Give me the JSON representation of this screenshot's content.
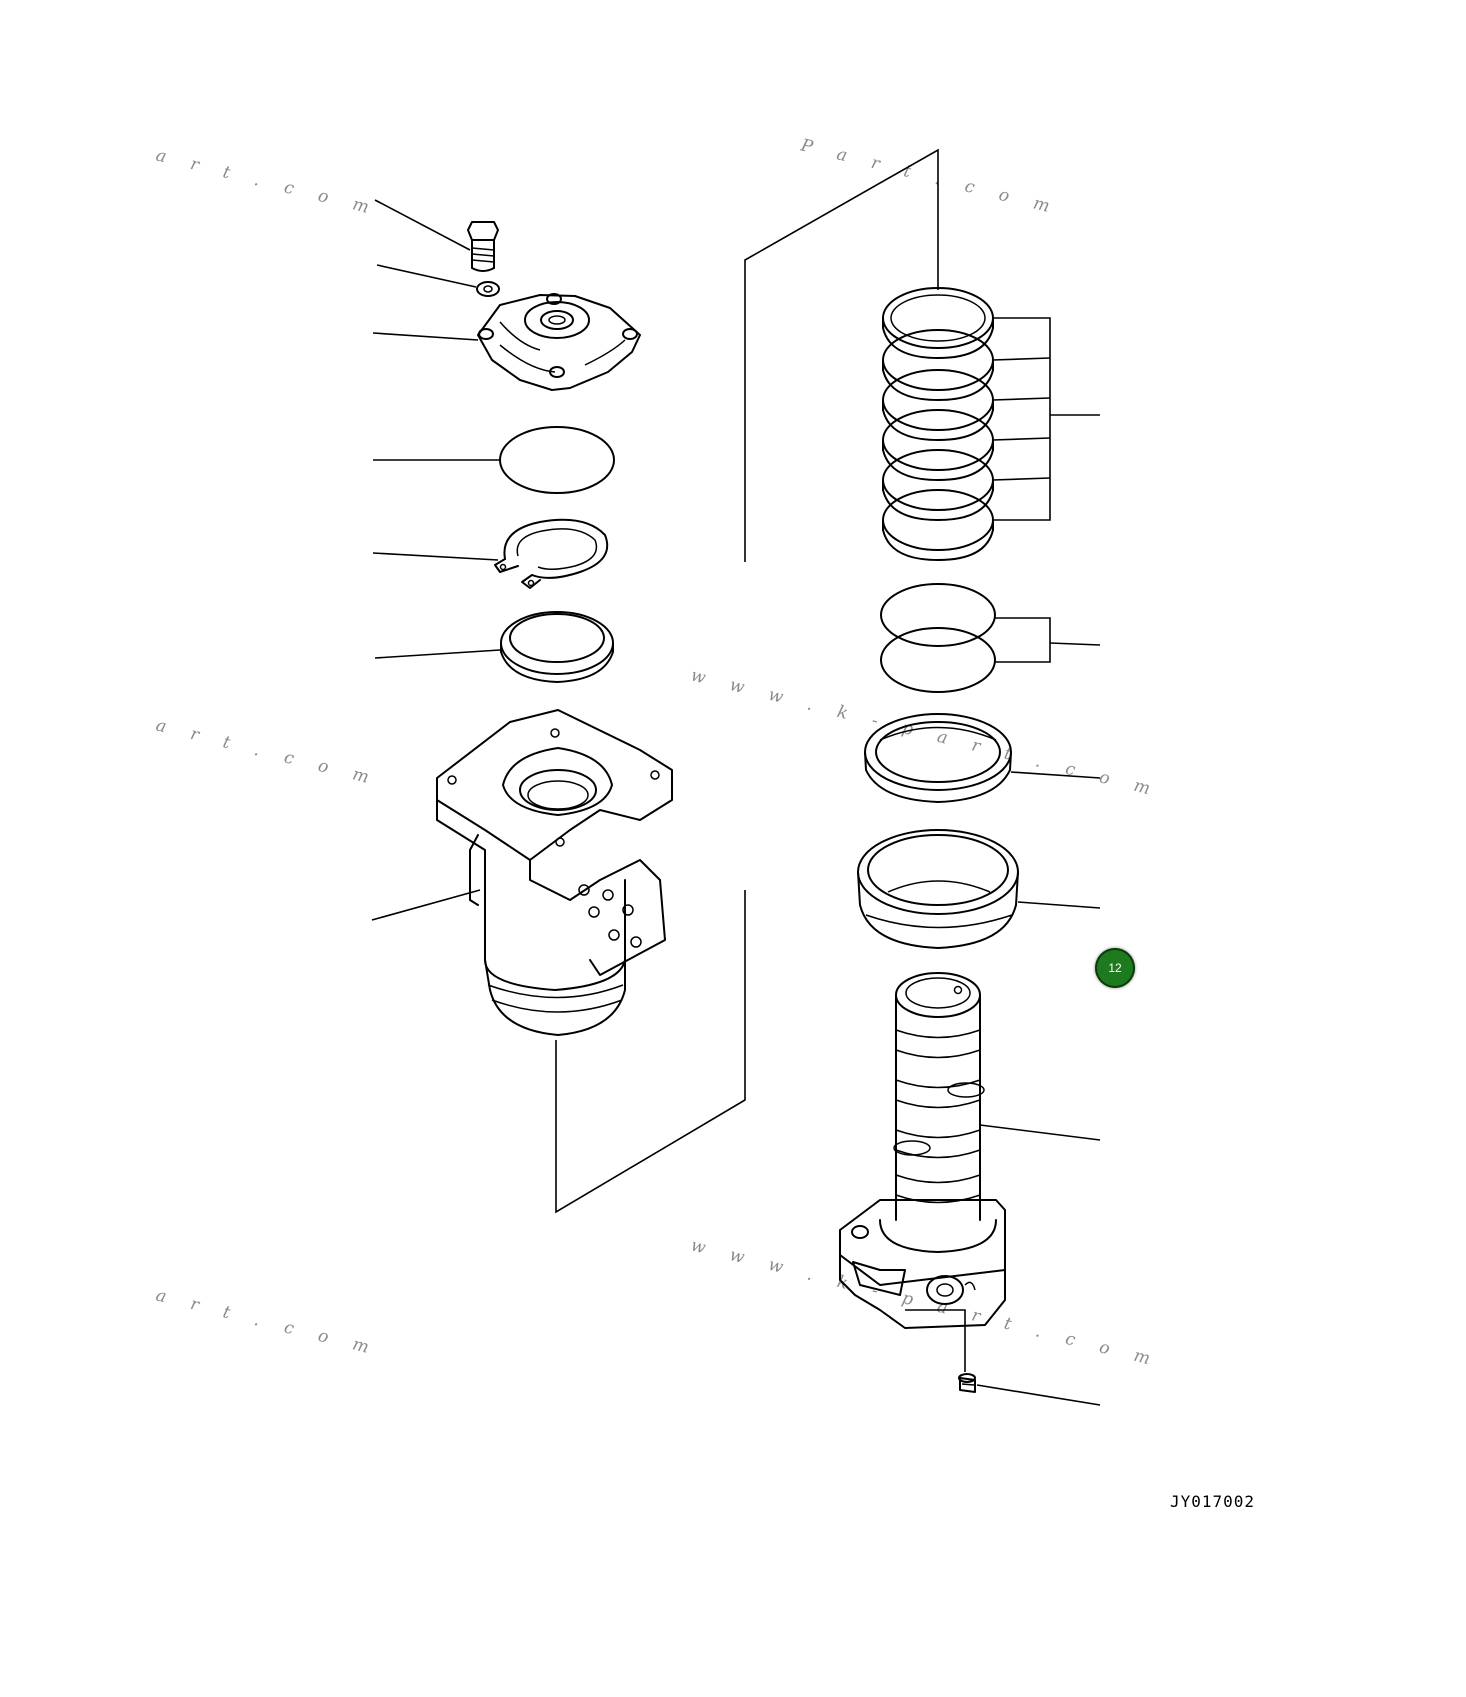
{
  "watermarks": [
    {
      "text": "a r t . c o m"
    },
    {
      "text": "P a r t . c o m"
    },
    {
      "text": "a r t . c o m"
    },
    {
      "text": "w w w . k - p a r t . c o m"
    },
    {
      "text": "a r t . c o m"
    },
    {
      "text": "w w w . k - p a r t . c o m"
    }
  ],
  "callout_badge": {
    "label": "12",
    "color": "#1e7a1e"
  },
  "drawing_code": "JY017002"
}
